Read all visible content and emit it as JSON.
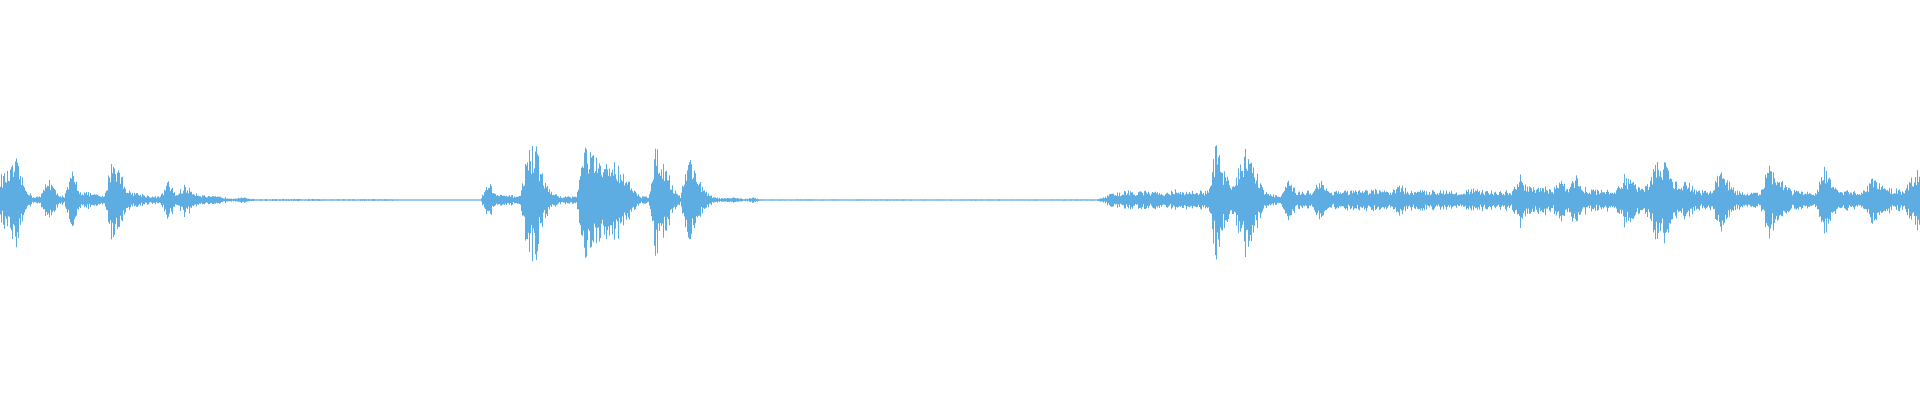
{
  "waveform": {
    "color": "#5dade2",
    "background": "#ffffff",
    "amplitude_envelope": [
      0.13,
      0.15,
      0.21,
      0.08,
      0.02,
      0.02,
      0.13,
      0.04,
      0.02,
      0.15,
      0.05,
      0.04,
      0.03,
      0.02,
      0.24,
      0.15,
      0.05,
      0.04,
      0.03,
      0.02,
      0.02,
      0.1,
      0.03,
      0.08,
      0.05,
      0.03,
      0.02,
      0.02,
      0.015,
      0.01,
      0.015,
      0.01,
      0.005,
      0.005,
      0.005,
      0.005,
      0.005,
      0.005,
      0.005,
      0.005,
      0.005,
      0.005,
      0.005,
      0.005,
      0.005,
      0.005,
      0.005,
      0.005,
      0.005,
      0.005,
      0.003,
      0.003,
      0.003,
      0.003,
      0.003,
      0.003,
      0.003,
      0.003,
      0.003,
      0.003,
      0.003,
      0.1,
      0.03,
      0.025,
      0.025,
      0.025,
      0.29,
      0.27,
      0.1,
      0.04,
      0.02,
      0.02,
      0.02,
      0.29,
      0.25,
      0.18,
      0.2,
      0.2,
      0.15,
      0.06,
      0.02,
      0.02,
      0.29,
      0.2,
      0.08,
      0.02,
      0.24,
      0.15,
      0.05,
      0.02,
      0.01,
      0.01,
      0.015,
      0.005,
      0.015,
      0.004,
      0.004,
      0.004,
      0.004,
      0.004,
      0.004,
      0.004,
      0.004,
      0.004,
      0.004,
      0.004,
      0.004,
      0.004,
      0.004,
      0.004,
      0.004,
      0.004,
      0.004,
      0.004,
      0.004,
      0.004,
      0.004,
      0.004,
      0.004,
      0.004,
      0.004,
      0.004,
      0.004,
      0.004,
      0.004,
      0.004,
      0.004,
      0.004,
      0.004,
      0.004,
      0.004,
      0.004,
      0.004,
      0.004,
      0.004,
      0.004,
      0.004,
      0.004,
      0.015,
      0.04,
      0.04,
      0.05,
      0.04,
      0.05,
      0.04,
      0.05,
      0.04,
      0.06,
      0.04,
      0.05,
      0.05,
      0.05,
      0.3,
      0.15,
      0.07,
      0.2,
      0.3,
      0.15,
      0.05,
      0.03,
      0.02,
      0.1,
      0.05,
      0.05,
      0.05,
      0.12,
      0.05,
      0.05,
      0.05,
      0.05,
      0.05,
      0.05,
      0.06,
      0.05,
      0.05,
      0.08,
      0.05,
      0.05,
      0.05,
      0.05,
      0.06,
      0.05,
      0.05,
      0.05,
      0.06,
      0.05,
      0.05,
      0.05,
      0.05,
      0.05,
      0.13,
      0.08,
      0.06,
      0.07,
      0.06,
      0.1,
      0.08,
      0.13,
      0.07,
      0.06,
      0.05,
      0.06,
      0.05,
      0.13,
      0.1,
      0.08,
      0.1,
      0.2,
      0.2,
      0.12,
      0.08,
      0.1,
      0.05,
      0.05,
      0.05,
      0.18,
      0.1,
      0.05,
      0.04,
      0.04,
      0.04,
      0.18,
      0.12,
      0.1,
      0.05,
      0.05,
      0.04,
      0.04,
      0.18,
      0.08,
      0.05,
      0.05,
      0.05,
      0.05,
      0.13,
      0.08,
      0.06,
      0.06,
      0.05,
      0.15
    ]
  }
}
